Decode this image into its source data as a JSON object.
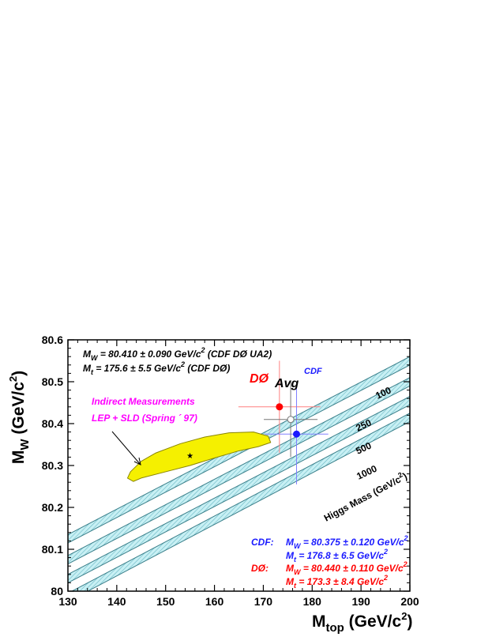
{
  "colors": {
    "band_fill": "#c8f0f4",
    "band_hatch": "#6ab8c4",
    "band_line": "#3a7f8a",
    "ellipse_fill": "#f5f000",
    "ellipse_edge": "#8a8600",
    "d0": "#ff0000",
    "d0_err": "#ff8080",
    "cdf": "#1a1aff",
    "cdf_err": "#8080ff",
    "avg": "#777777",
    "indirect": "#ff00ff",
    "text": "#000000"
  },
  "chart_data": {
    "type": "scatter",
    "xlabel_main": "M",
    "xlabel_sub": "top",
    "xlabel_tail": " (GeV/c",
    "xlabel_sup": "2",
    "xlabel_end": ")",
    "ylabel_main": "M",
    "ylabel_sub": "W",
    "ylabel_tail": " (GeV/c",
    "ylabel_sup": "2",
    "ylabel_end": ")",
    "xlim": [
      130,
      200
    ],
    "ylim": [
      80.0,
      80.6
    ],
    "x_ticks": [
      130,
      140,
      150,
      160,
      170,
      180,
      190,
      200
    ],
    "x_tick_labels": [
      "130",
      "140",
      "150",
      "160",
      "170",
      "180",
      "190",
      "200"
    ],
    "y_ticks": [
      80.0,
      80.1,
      80.2,
      80.3,
      80.4,
      80.5,
      80.6
    ],
    "y_tick_labels": [
      "80",
      "80.1",
      "80.2",
      "80.3",
      "80.4",
      "80.5",
      "80.6"
    ],
    "points": [
      {
        "name": "DØ",
        "x": 173.3,
        "y": 80.44,
        "ex": 8.4,
        "ey": 0.11,
        "color_key": "d0"
      },
      {
        "name": "CDF",
        "x": 176.8,
        "y": 80.375,
        "ex": 6.5,
        "ey": 0.12,
        "color_key": "cdf"
      },
      {
        "name": "Avg",
        "x": 175.6,
        "y": 80.41,
        "ex": 5.5,
        "ey": 0.09,
        "color_key": "avg"
      }
    ],
    "higgs_bands": [
      {
        "mass": "100",
        "x": [
          130,
          200
        ],
        "y_low": [
          80.115,
          80.54
        ],
        "y_high": [
          80.135,
          80.56
        ]
      },
      {
        "mass": "250",
        "x": [
          130,
          200
        ],
        "y_low": [
          80.065,
          80.49
        ],
        "y_high": [
          80.085,
          80.51
        ]
      },
      {
        "mass": "500",
        "x": [
          130,
          200
        ],
        "y_low": [
          80.02,
          80.445
        ],
        "y_high": [
          80.04,
          80.465
        ]
      },
      {
        "mass": "1000",
        "x": [
          130,
          200
        ],
        "y_low": [
          79.975,
          80.405
        ],
        "y_high": [
          79.995,
          80.425
        ]
      }
    ],
    "higgs_title": "Higgs Mass (GeV/c",
    "higgs_title_sup": "2",
    "higgs_title_end": ")",
    "indirect_region": {
      "center": [
        155,
        80.325
      ],
      "outline": [
        [
          143.4,
          80.262
        ],
        [
          145,
          80.27
        ],
        [
          150,
          80.285
        ],
        [
          155,
          80.3
        ],
        [
          160,
          80.318
        ],
        [
          165,
          80.335
        ],
        [
          169,
          80.345
        ],
        [
          171.5,
          80.355
        ],
        [
          171,
          80.37
        ],
        [
          168,
          80.38
        ],
        [
          163,
          80.378
        ],
        [
          158,
          80.368
        ],
        [
          153,
          80.352
        ],
        [
          148,
          80.33
        ],
        [
          145,
          80.31
        ],
        [
          142.8,
          80.285
        ],
        [
          142.2,
          80.27
        ]
      ],
      "center_marker": "★"
    },
    "labels": {
      "avg_header_line1": "M",
      "avg_header_line1_sub": "W",
      "avg_header_line1_text": " = 80.410 ± 0.090 GeV/c",
      "avg_header_line1_sup": "2",
      "avg_header_line1_end": " (CDF DØ UA2)",
      "avg_header_line2": "M",
      "avg_header_line2_sub": "t",
      "avg_header_line2_text": " = 175.6 ±  5.5 GeV/c",
      "avg_header_line2_sup": "2",
      "avg_header_line2_end": " (CDF DØ)",
      "indirect_title": "Indirect Measurements",
      "indirect_sub": "LEP + SLD (Spring ´ 97)",
      "d0_tag": "DØ",
      "avg_tag": "Avg",
      "cdf_tag": "CDF",
      "cdf_res_label": "CDF:",
      "cdf_mw_main": "M",
      "cdf_mw_sub": "W",
      "cdf_mw_text": " = 80.375 ± 0.120 GeV/c",
      "cdf_mw_sup": "2",
      "cdf_mt_main": "M",
      "cdf_mt_sub": "t",
      "cdf_mt_text": " = 176.8 ±  6.5 GeV/c",
      "cdf_mt_sup": "2",
      "d0_res_label": "DØ:",
      "d0_mw_main": "M",
      "d0_mw_sub": "W",
      "d0_mw_text": " = 80.440 ± 0.110 GeV/c",
      "d0_mw_sup": "2",
      "d0_mt_main": "M",
      "d0_mt_sub": "t",
      "d0_mt_text": " = 173.3 ±  8.4 GeV/c",
      "d0_mt_sup": "2"
    }
  }
}
